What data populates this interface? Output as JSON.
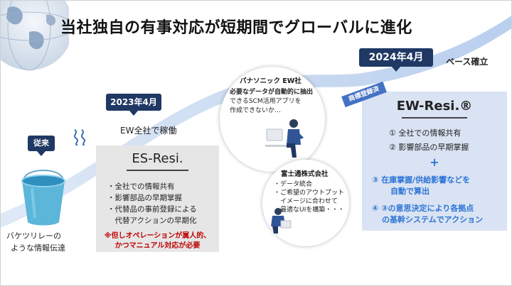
{
  "title": "当社独自の有事対応が短期間でグローバルに進化",
  "timeline": {
    "jurai_label": "従来",
    "y2023_label": "2023年4月",
    "y2023_caption": "EW全社で稼働",
    "y2024_label": "2024年4月",
    "y2024_caption": "ベース確立"
  },
  "bucket": {
    "caption_line1": "バケツリレーの",
    "caption_line2": "ような情報伝達"
  },
  "es_resi": {
    "title": "ES-Resi.",
    "items": [
      "・全社での情報共有",
      "・影響部品の早期掌握",
      "・代替品の事前登録による",
      "　代替アクションの早期化"
    ],
    "warning_line1": "※但しオペレーションが属人的、",
    "warning_line2": "かつマニュアル対応が必要"
  },
  "panasonic": {
    "heading": "パナソニック EW社",
    "line1": "必要なデータが自動的に抽出",
    "line2": "できるSCM活用アプリを",
    "line3": "作成できないか…"
  },
  "fujitsu": {
    "heading": "富士通株式会社",
    "line1": "・データ統合",
    "line2": "・ご希望のアウトプット",
    "line3": "　イメージに合わせて",
    "line4": "　最適なUIを構築・・・"
  },
  "trademark_stamp": "商標登録済",
  "ew_resi": {
    "title": "EW-Resi.®",
    "item1": "① 全社での情報共有",
    "item2": "② 影響部品の早期掌握",
    "plus": "+",
    "item3_line1": "③ 在庫掌握/供給影響などを",
    "item3_line2": "自動で算出",
    "item4_line1": "④ ③の意思決定により各拠点",
    "item4_line2": "の基幹システムでアクション"
  },
  "colors": {
    "dark_navy": "#1f3864",
    "blue_accent": "#2e75d6",
    "warning_red": "#c00000",
    "es_box_bg": "#e6e6e6",
    "ew_box_bg": "#dae3f3"
  }
}
